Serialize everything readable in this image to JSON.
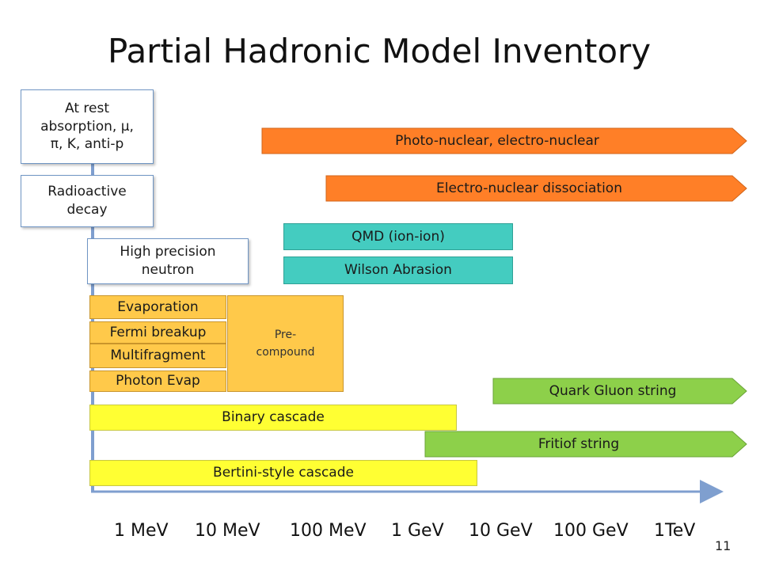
{
  "title": "Partial Hadronic Model Inventory",
  "page_number": "11",
  "energy_axis": {
    "ticks": [
      "1 MeV",
      "10 MeV",
      "100 MeV",
      "1 GeV",
      "10 GeV",
      "100 GeV",
      "1TeV"
    ]
  },
  "boxes": {
    "at_rest_line1": "At rest",
    "at_rest_line2": "absorption, μ,",
    "at_rest_line3": "π, K, anti-p",
    "radioactive_line1": "Radioactive",
    "radioactive_line2": "decay",
    "hp_neutron_line1": "High precision",
    "hp_neutron_line2": "neutron",
    "evaporation": "Evaporation",
    "fermi_breakup": "Fermi breakup",
    "multifragment": "Multifragment",
    "photon_evap": "Photon Evap",
    "precompound_line1": "Pre-",
    "precompound_line2": "compound",
    "qmd": "QMD (ion-ion)",
    "wilson": "Wilson Abrasion",
    "binary_cascade": "Binary cascade",
    "bertini": "Bertini-style cascade"
  },
  "arrows": {
    "photo_nuclear": "Photo-nuclear, electro-nuclear",
    "electro_nuclear": "Electro-nuclear dissociation",
    "quark_gluon": "Quark Gluon string",
    "fritiof": "Fritiof string"
  },
  "colors": {
    "orange_arrow": "#ff7f27",
    "green_arrow": "#8dd04a",
    "evap_yellow": "#ffc94a",
    "cascade_yellow": "#ffff33",
    "teal": "#44ccc0",
    "axis_blue": "#7f9fcf"
  }
}
